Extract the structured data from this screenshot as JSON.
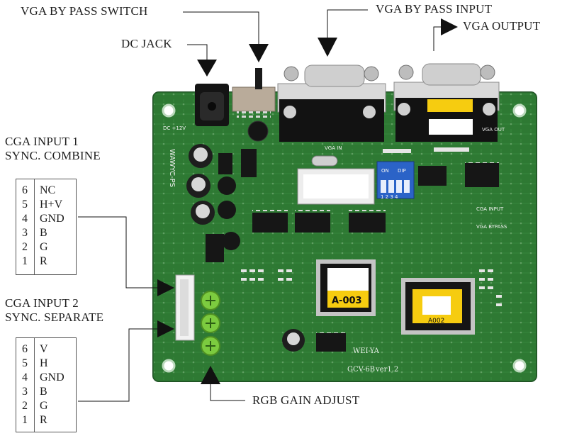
{
  "labels": {
    "vga_bypass_switch": "VGA BY PASS SWITCH",
    "vga_bypass_input": "VGA BY PASS INPUT",
    "vga_output": "VGA OUTPUT",
    "dc_jack": "DC JACK",
    "cga_input_1_line1": "CGA INPUT 1",
    "cga_input_1_line2": "SYNC. COMBINE",
    "cga_input_2_line1": "CGA INPUT 2",
    "cga_input_2_line2": "SYNC. SEPARATE",
    "rgb_gain_adjust": "RGB GAIN ADJUST"
  },
  "cga_input_1_pins": [
    {
      "num": "6",
      "signal": "NC"
    },
    {
      "num": "5",
      "signal": "H+V"
    },
    {
      "num": "4",
      "signal": "GND"
    },
    {
      "num": "3",
      "signal": "B"
    },
    {
      "num": "2",
      "signal": "G"
    },
    {
      "num": "1",
      "signal": "R"
    }
  ],
  "cga_input_2_pins": [
    {
      "num": "6",
      "signal": "V"
    },
    {
      "num": "5",
      "signal": "H"
    },
    {
      "num": "4",
      "signal": "GND"
    },
    {
      "num": "3",
      "signal": "B"
    },
    {
      "num": "2",
      "signal": "G"
    },
    {
      "num": "1",
      "signal": "R"
    }
  ],
  "board": {
    "chip_a003": "A-003",
    "chip_a002": "A002",
    "dip_text_on": "ON",
    "dip_text_dip": "DIP",
    "dip_numbers": "1 2 3 4",
    "silk_dc": "DC +12V",
    "silk_vga_in": "VGA IN",
    "silk_vga_out": "VGA OUT",
    "silk_cga_input": "CGA INPUT",
    "silk_vga_bypass": "VGA BYPASS",
    "silk_brand": "WEI-YA",
    "silk_model": "GCV-6B",
    "silk_version": "ver1.2",
    "silk_side": "WAWYC-PS"
  },
  "colors": {
    "pcb": "#2f7a34",
    "pcb_dark": "#1f5a25",
    "trace": "#4a9b4e",
    "pot": "#7ccb3f",
    "chip_label": "#f6cc10"
  }
}
